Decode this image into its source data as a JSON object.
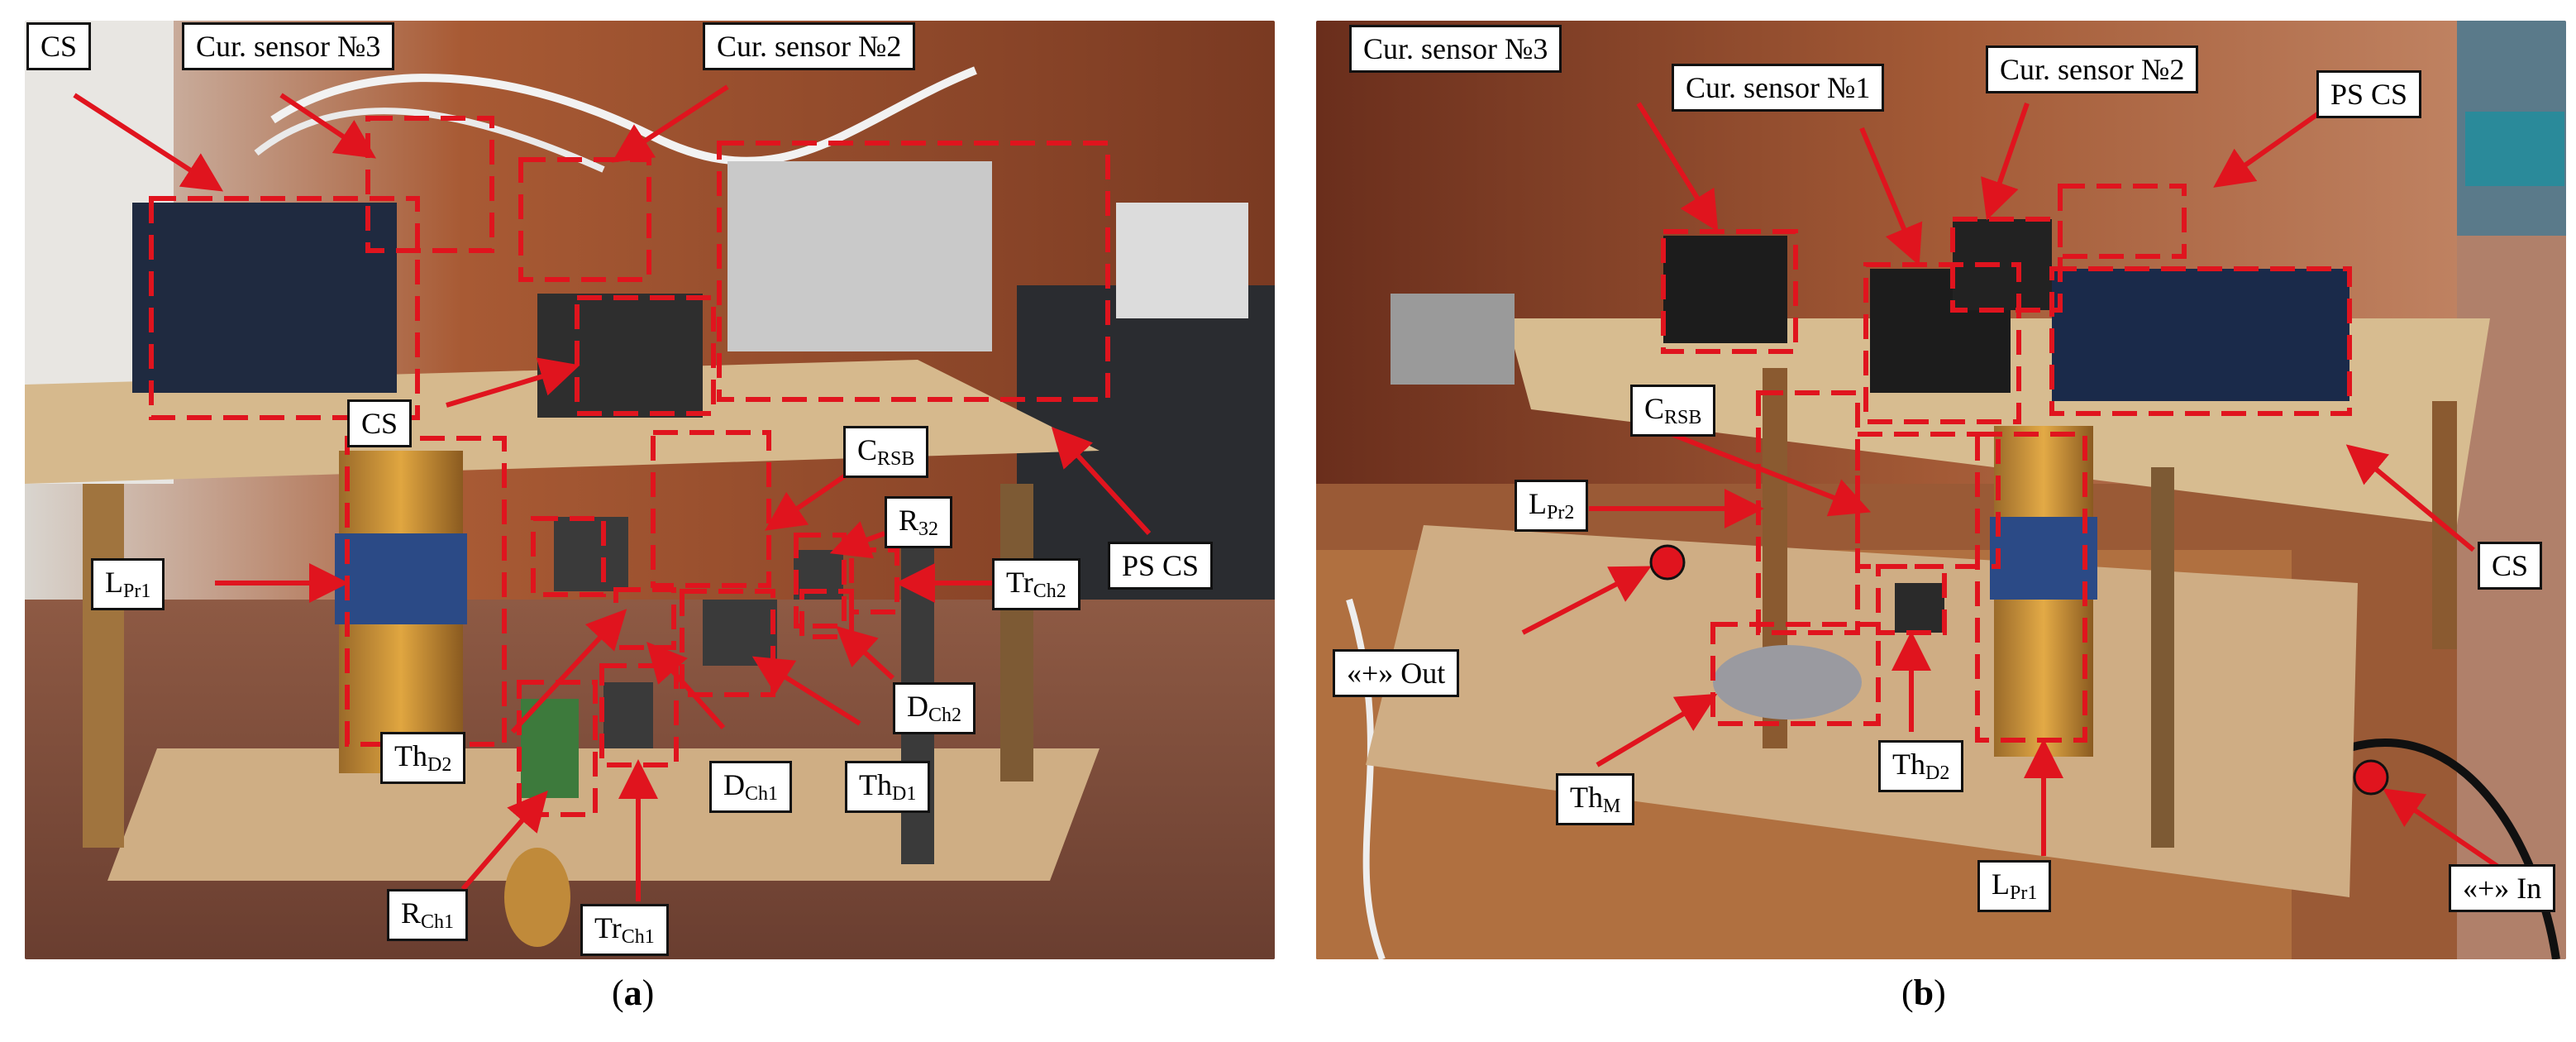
{
  "panels": [
    {
      "id": "a",
      "caption_open": "(",
      "caption_letter": "a",
      "caption_close": ")",
      "labels": {
        "cs_top": "CS",
        "cur_sensor_3": "Cur. sensor №3",
        "cur_sensor_2": "Cur. sensor №2",
        "cs_mid": "CS",
        "c_rsb": {
          "main": "C",
          "sub": "RSB"
        },
        "r_32": {
          "main": "R",
          "sub": "32"
        },
        "l_pr1": {
          "main": "L",
          "sub": "Pr1"
        },
        "tr_ch2": {
          "main": "Tr",
          "sub": "Ch2"
        },
        "ps_cs": "PS CS",
        "d_ch2": {
          "main": "D",
          "sub": "Ch2"
        },
        "th_d2": {
          "main": "Th",
          "sub": "D2"
        },
        "d_ch1": {
          "main": "D",
          "sub": "Ch1"
        },
        "th_d1": {
          "main": "Th",
          "sub": "D1"
        },
        "r_ch1": {
          "main": "R",
          "sub": "Ch1"
        },
        "tr_ch1": {
          "main": "Tr",
          "sub": "Ch1"
        }
      }
    },
    {
      "id": "b",
      "caption_open": "(",
      "caption_letter": "b",
      "caption_close": ")",
      "labels": {
        "cur_sensor_3": "Cur. sensor №3",
        "cur_sensor_1": "Cur. sensor №1",
        "cur_sensor_2": "Cur. sensor №2",
        "ps_cs": "PS CS",
        "c_rsb": {
          "main": "C",
          "sub": "RSB"
        },
        "l_pr2": {
          "main": "L",
          "sub": "Pr2"
        },
        "plus_out": "«+» Out",
        "th_m": {
          "main": "Th",
          "sub": "M"
        },
        "th_d2": {
          "main": "Th",
          "sub": "D2"
        },
        "l_pr1": {
          "main": "L",
          "sub": "Pr1"
        },
        "cs": "CS",
        "plus_in": "«+» In"
      }
    }
  ],
  "colors": {
    "annotation": "#e0141e",
    "wood": "#b8875a",
    "wall": "#8a4a2e"
  }
}
